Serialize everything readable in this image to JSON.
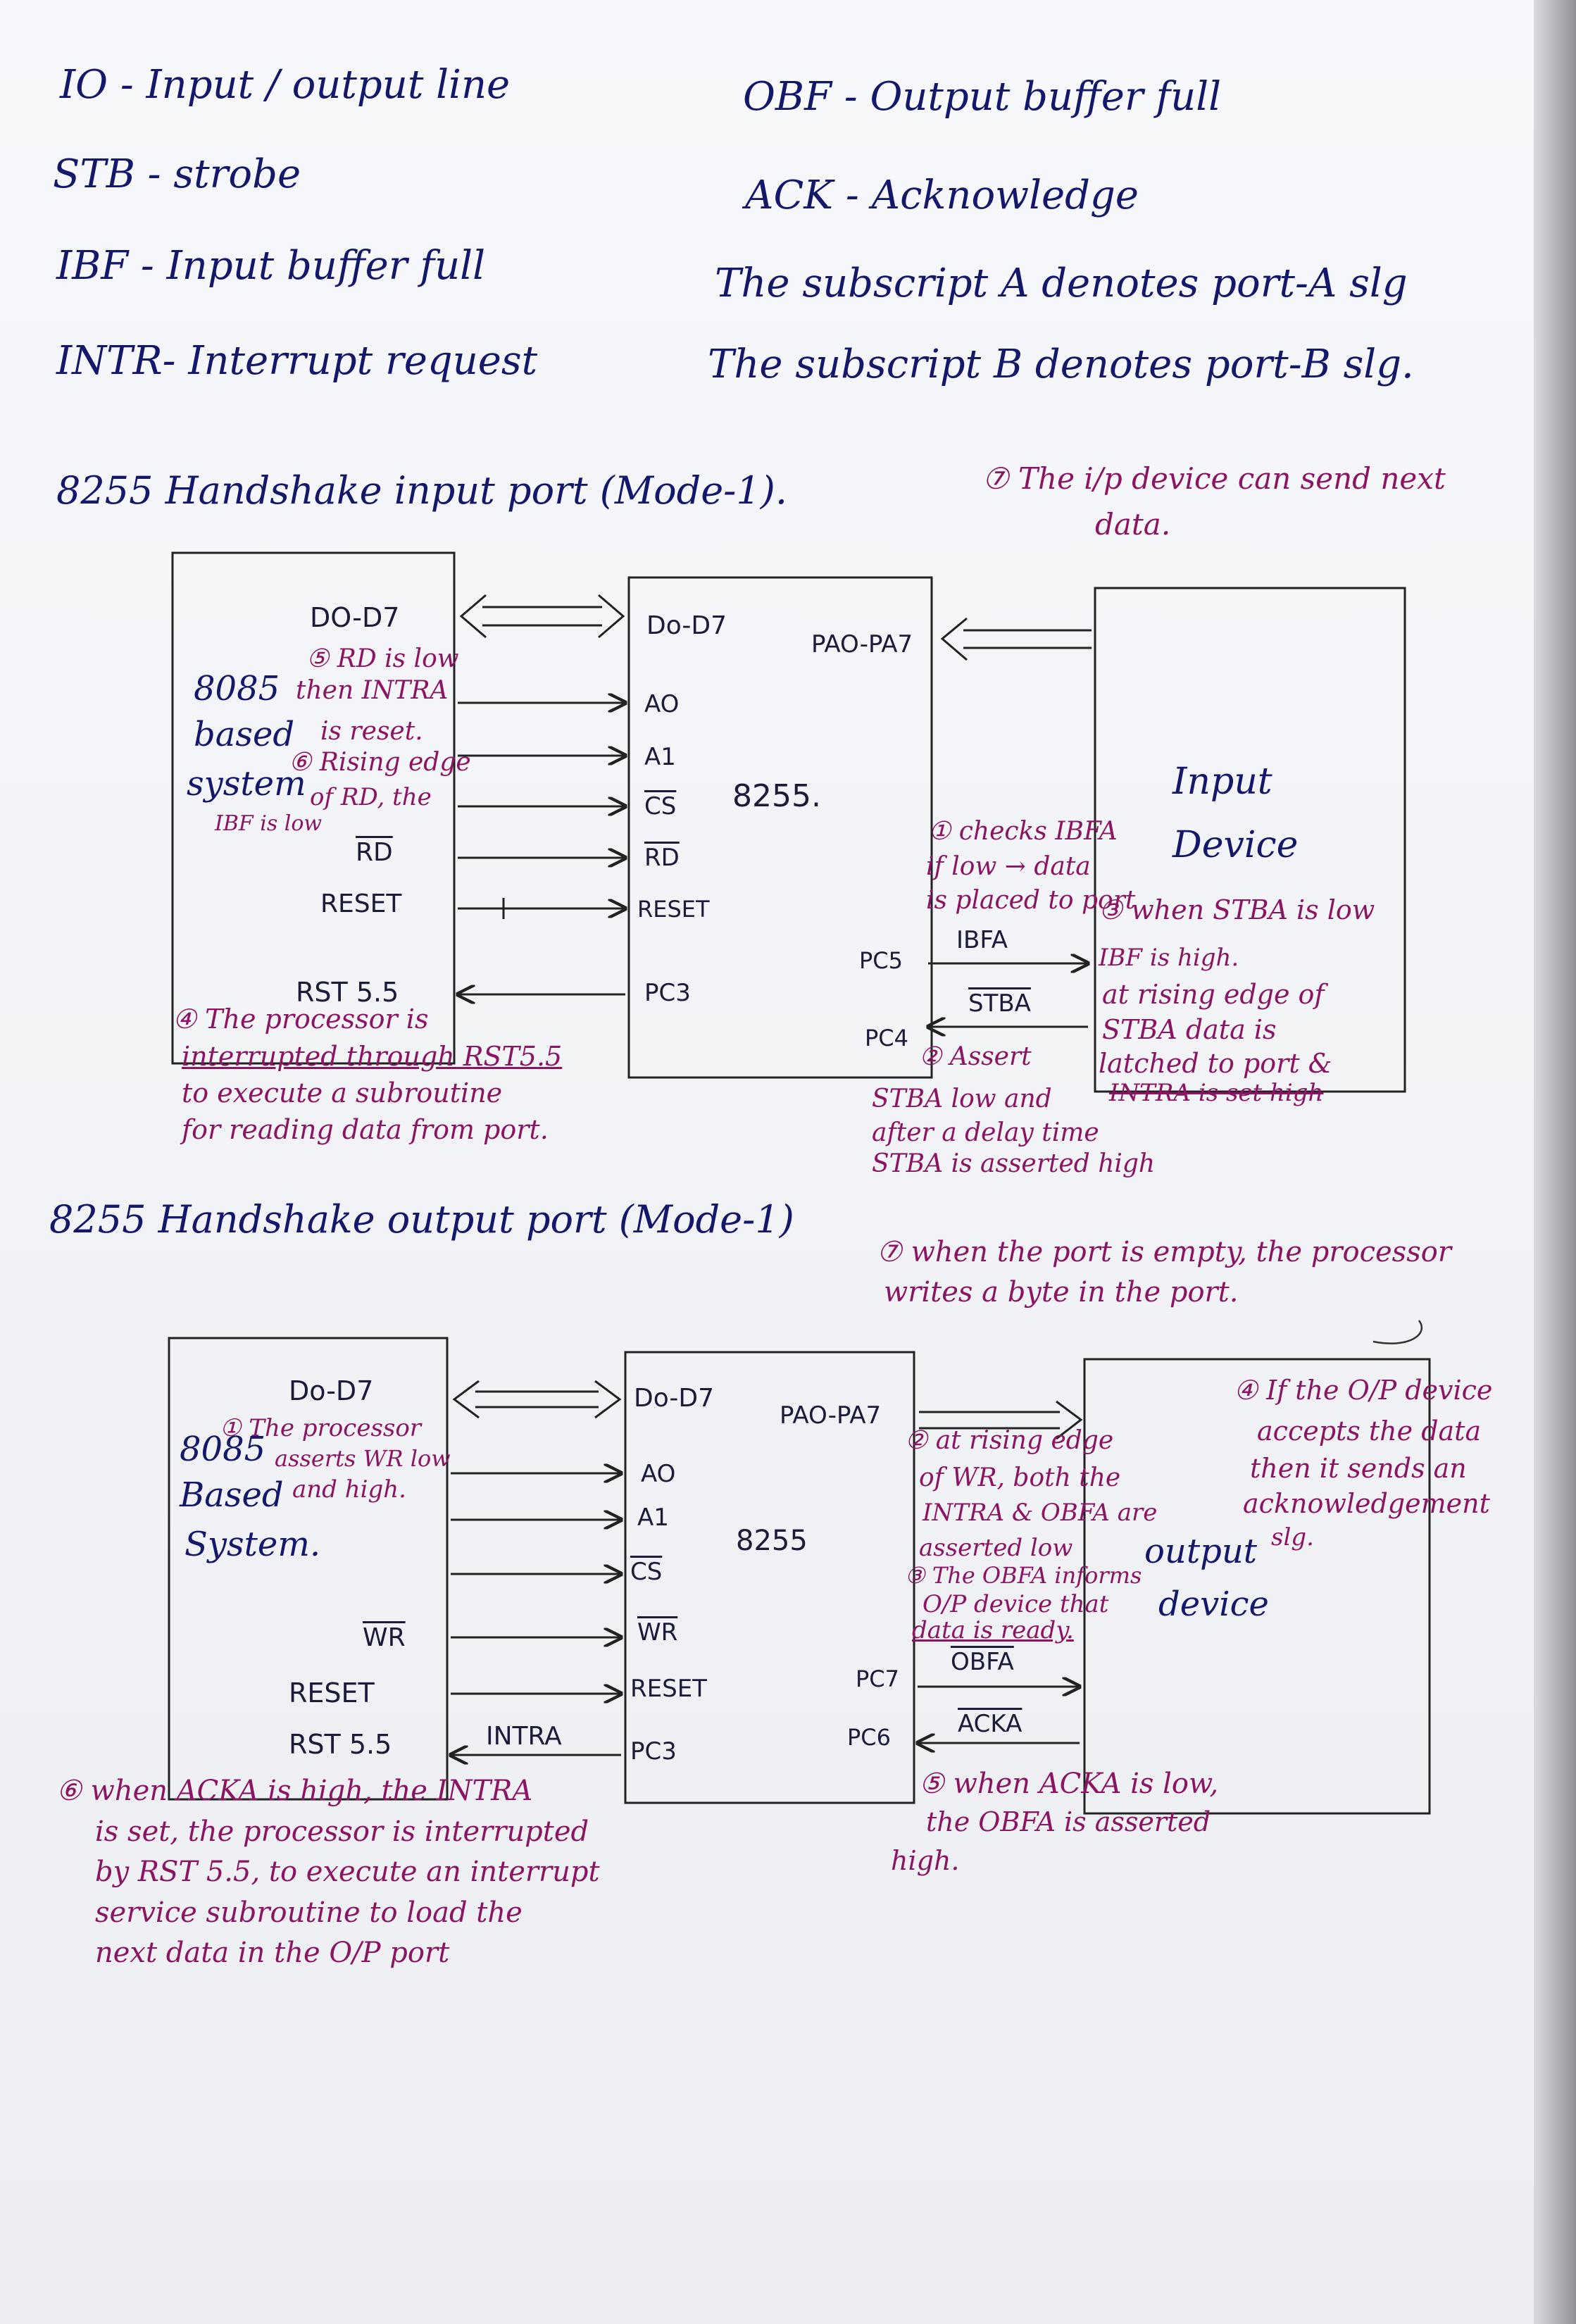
{
  "legend": {
    "io": "IO - Input / output line",
    "stb": "STB - strobe",
    "ibf": "IBF - Input buffer full",
    "intr": "INTR- Interrupt request",
    "obf": "OBF - Output buffer full",
    "ack": "ACK - Acknowledge",
    "sub_a": "The subscript A denotes port-A slg",
    "sub_b": "The subscript B denotes port-B slg."
  },
  "input_section": {
    "heading": "8255 Handshake input port (Mode-1).",
    "cpu_block": [
      "8085",
      "based",
      "system"
    ],
    "cpu_pins": {
      "data": "DO-D7",
      "rd": "RD",
      "reset": "RESET",
      "rst": "RST 5.5"
    },
    "ppi_pins": {
      "data": "Do-D7",
      "a0": "AO",
      "a1": "A1",
      "cs": "CS",
      "rd": "RD",
      "reset": "RESET",
      "pc3": "PC3",
      "pc5": "PC5",
      "pc4": "PC4",
      "port": "PAO-PA7"
    },
    "ppi_name": "8255.",
    "device": [
      "Input",
      "Device"
    ],
    "signals": {
      "ibf": "IBFA",
      "stb": "STBA"
    },
    "notes": {
      "n1": [
        "① checks IBFA",
        "if low → data",
        "is placed to port"
      ],
      "n2": [
        "② Assert",
        "STBA low and",
        "after a delay time",
        "STBA is asserted high"
      ],
      "n3": [
        "③ when STBA is low",
        "IBF is high.",
        "at rising edge of",
        "STBA data is",
        "latched to port &",
        "INTRA is set high"
      ],
      "n4": [
        "④ The processor is",
        "interrupted through RST5.5",
        "to execute a subroutine",
        "for reading data from port."
      ],
      "n5": [
        "⑤ RD is low",
        "then INTRA",
        "is reset."
      ],
      "n6": [
        "⑥ Rising edge",
        "of RD, the",
        "IBF is low"
      ],
      "n7": [
        "⑦ The i/p device can send next",
        "data."
      ]
    }
  },
  "output_section": {
    "heading": "8255 Handshake output port (Mode-1)",
    "cpu_block": [
      "8085",
      "Based",
      "System."
    ],
    "cpu_pins": {
      "data": "Do-D7",
      "wr": "WR",
      "reset": "RESET",
      "rst": "RST 5.5",
      "intra": "INTRA"
    },
    "ppi_pins": {
      "data": "Do-D7",
      "a0": "AO",
      "a1": "A1",
      "cs": "CS",
      "wr": "WR",
      "reset": "RESET",
      "pc3": "PC3",
      "pc7": "PC7",
      "pc6": "PC6",
      "port": "PAO-PA7"
    },
    "ppi_name": "8255",
    "device": [
      "output",
      "device"
    ],
    "signals": {
      "obf": "OBFA",
      "ack": "ACKA"
    },
    "notes": {
      "n1": [
        "① The processor",
        "asserts WR low",
        "and high."
      ],
      "n2": [
        "② at rising edge",
        "of WR, both the",
        "INTRA & OBFA are",
        "asserted low"
      ],
      "n3": [
        "③ The OBFA informs",
        "O/P device that",
        "data is ready."
      ],
      "n4": [
        "④ If the O/P device",
        "accepts the data",
        "then it sends an",
        "acknowledgement",
        "slg."
      ],
      "n5": [
        "⑤ when ACKA is low,",
        "the OBFA is asserted",
        "high."
      ],
      "n6": [
        "⑥ when ACKA is high, the INTRA",
        "is set, the processor is interrupted",
        "by RST 5.5, to execute an interrupt",
        "service subroutine to load the",
        "next data in the O/P port"
      ],
      "n7": [
        "⑦ when the port is empty, the processor",
        "writes a byte in the port."
      ]
    }
  }
}
